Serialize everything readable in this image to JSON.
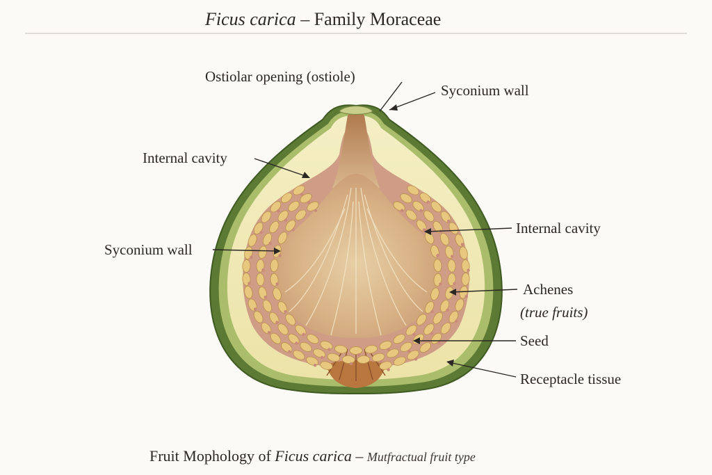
{
  "header": {
    "title_italic": "Ficus carica",
    "title_rest": " – Family Moraceae"
  },
  "labels": {
    "ostiole": "Ostiolar opening (ostiole)",
    "syconium_wall_top": "Syconium wall",
    "internal_cavity_left": "Internal cavity",
    "syconium_wall_left": "Syconium wall",
    "internal_cavity_right": "Internal cavity",
    "achenes": "Achenes",
    "achenes_sub": "(true fruits)",
    "seed": "Seed",
    "receptacle": "Receptacle tissue"
  },
  "caption": {
    "part1": "Fruit Mophology of ",
    "italic": "Ficus carica",
    "part2": " – ",
    "small": "Mutfractual fruit type"
  },
  "colors": {
    "background": "#fbfaf6",
    "skin_outer": "#5d7a34",
    "skin_inner": "#a9bd6a",
    "flesh": "#f1ecbd",
    "pulp": "#d9b58c",
    "achene": "#e8c77f",
    "achene_edge": "#b98f4c",
    "pink_tissue": "#c98a7c",
    "ink": "#2b2724"
  }
}
